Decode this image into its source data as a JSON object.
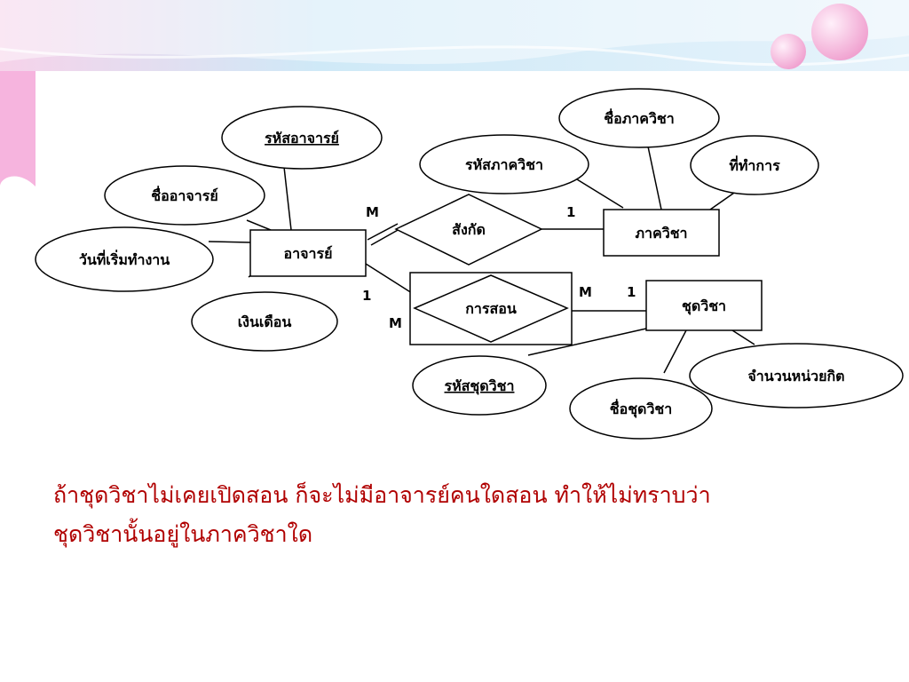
{
  "diagram": {
    "entities": {
      "teacher": "อาจารย์",
      "department": "ภาควิชา",
      "course": "ชุดวิชา"
    },
    "relationships": {
      "belongs_to": "สังกัด",
      "teaches": "การสอน"
    },
    "attributes": {
      "teacher_id": "รหัสอาจารย์",
      "teacher_name": "ชื่ออาจารย์",
      "start_date": "วันที่เริ่มทำงาน",
      "salary": "เงินเดือน",
      "dept_id": "รหัสภาควิชา",
      "dept_name": "ชื่อภาควิชา",
      "office": "ที่ทำการ",
      "course_id": "รหัสชุดวิชา",
      "course_name": "ชื่อชุดวิชา",
      "credits": "จำนวนหน่วยกิต"
    },
    "cardinalities": {
      "belongs_teacher": "M",
      "belongs_dept": "1",
      "teaches_teacher": "1",
      "teaches_left": "M",
      "teaches_right": "M",
      "teaches_course": "1"
    }
  },
  "caption": {
    "line1": "ถ้าชุดวิชาไม่เคยเปิดสอน ก็จะไม่มีอาจารย์คนใดสอน ทำให้ไม่ทราบว่า",
    "line2": "ชุดวิชานั้นอยู่ในภาควิชาใด"
  },
  "colors": {
    "caption": "#b00000",
    "banner": "#cfe9f7",
    "accent_pink": "#f7a8d4"
  }
}
